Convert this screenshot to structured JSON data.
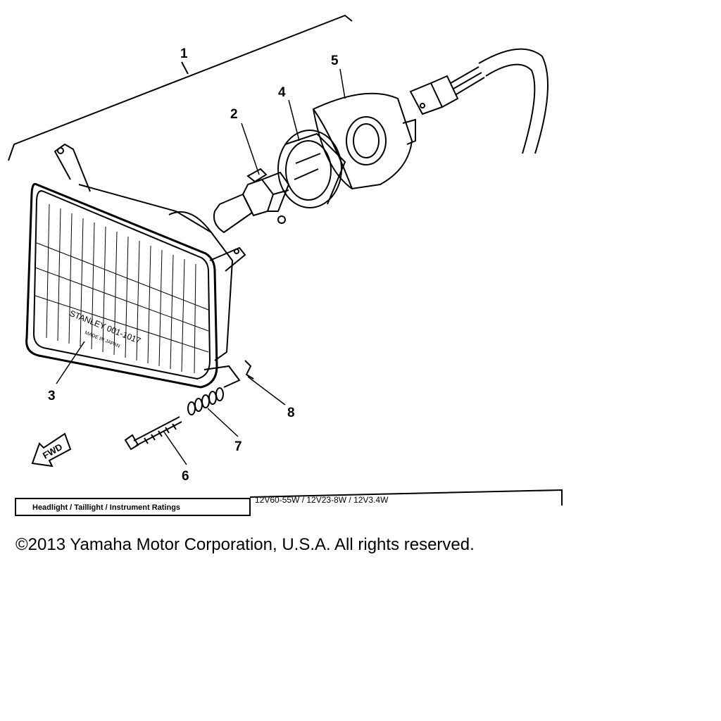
{
  "callouts": {
    "c1": "1",
    "c2": "2",
    "c3": "3",
    "c4": "4",
    "c5": "5",
    "c6": "6",
    "c7": "7",
    "c8": "8"
  },
  "lens": {
    "brand": "STANLEY 001-1017",
    "origin": "MADE IN JAPAN"
  },
  "fwd_arrow": {
    "label": "FWD"
  },
  "ratings": {
    "label": "Headlight / Taillight / Instrument Ratings",
    "value": "12V60-55W / 12V23-8W / 12V3.4W"
  },
  "copyright": "©2013 Yamaha Motor Corporation, U.S.A. All rights reserved."
}
